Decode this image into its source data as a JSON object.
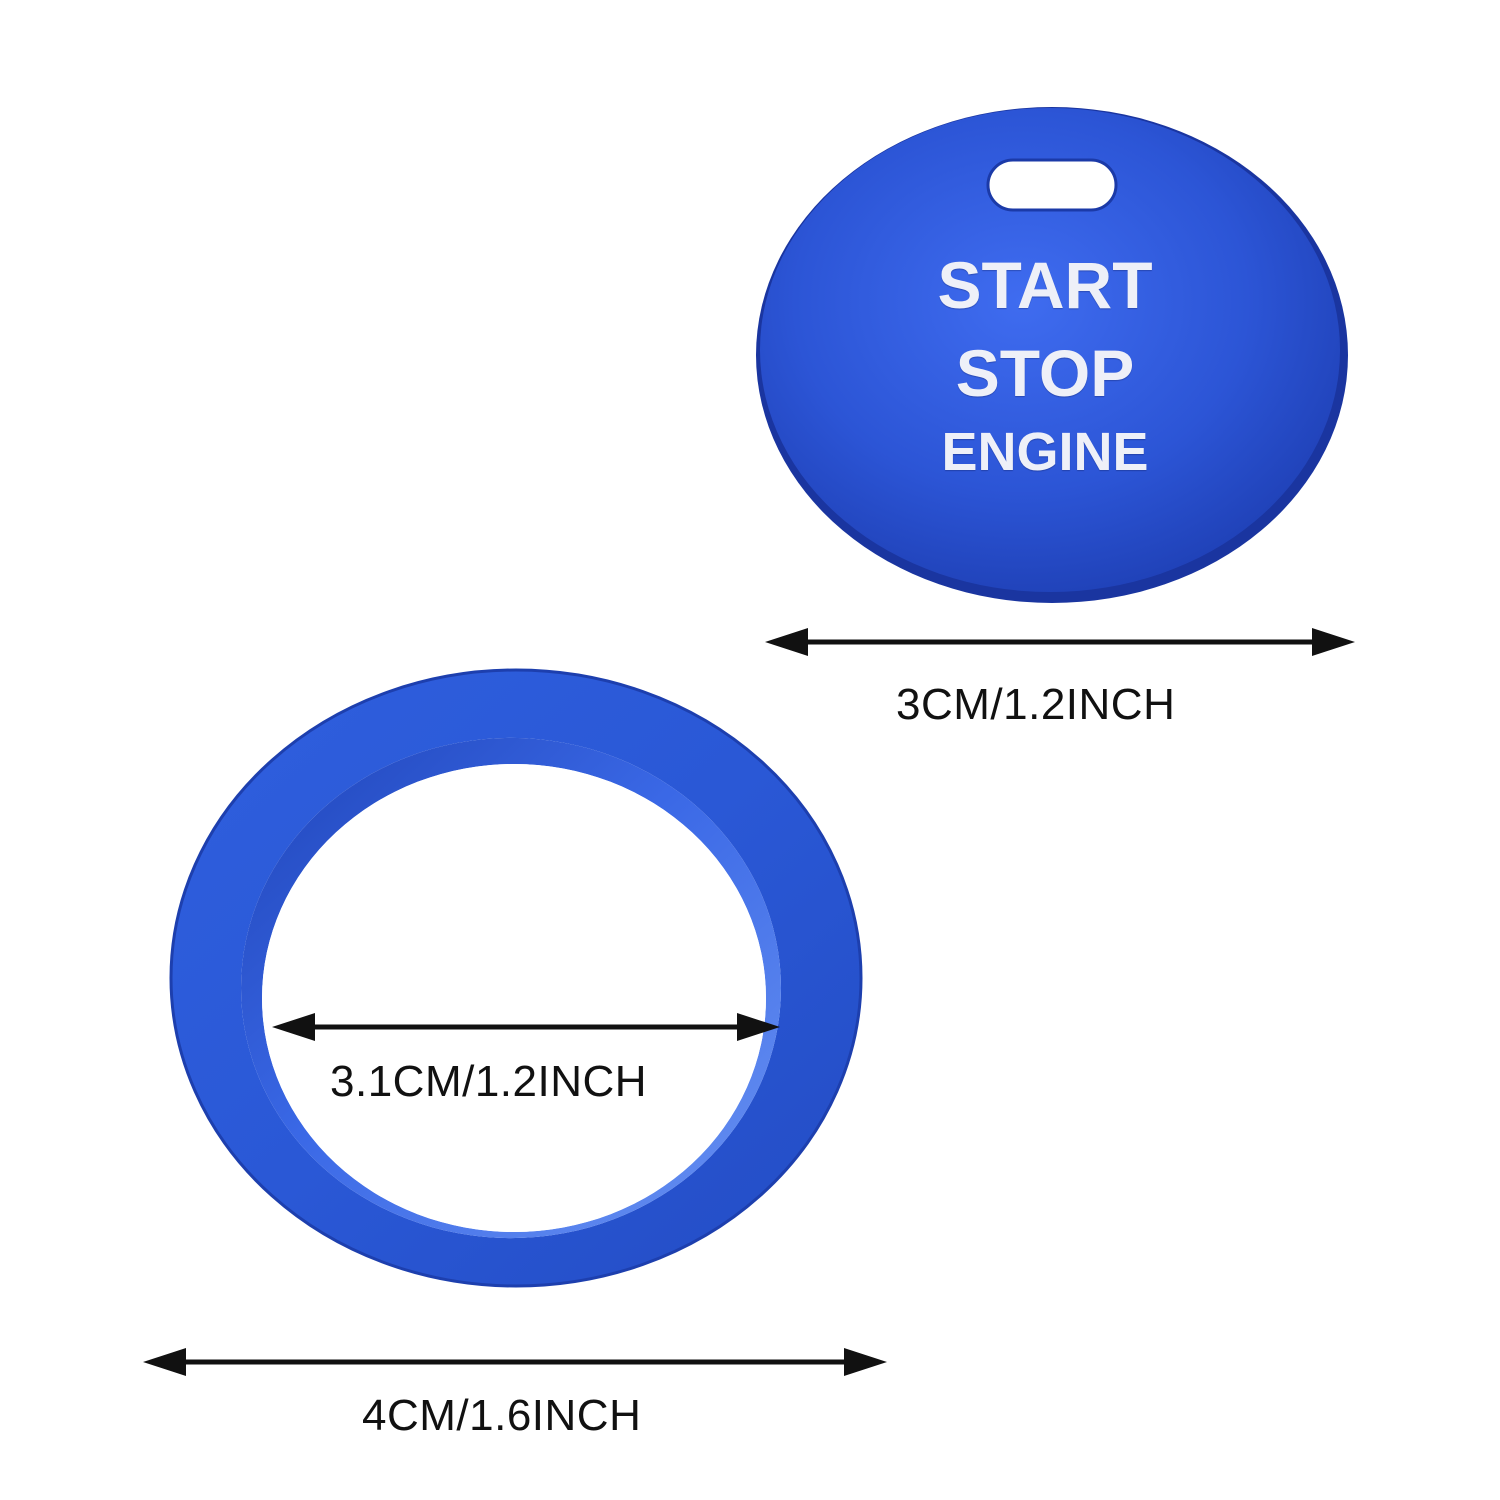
{
  "product": {
    "button_label_lines": [
      "START",
      "STOP",
      "ENGINE"
    ],
    "colors": {
      "background": "#ffffff",
      "anodized_blue": "#2d56d8",
      "anodized_blue_dark": "#1c38a8",
      "label_text": "#eef0f8",
      "dimension_ink": "#111111"
    }
  },
  "dimensions": {
    "button_diameter": "3CM/1.2INCH",
    "ring_inner_diameter": "3.1CM/1.2INCH",
    "ring_outer_diameter": "4CM/1.6INCH"
  }
}
